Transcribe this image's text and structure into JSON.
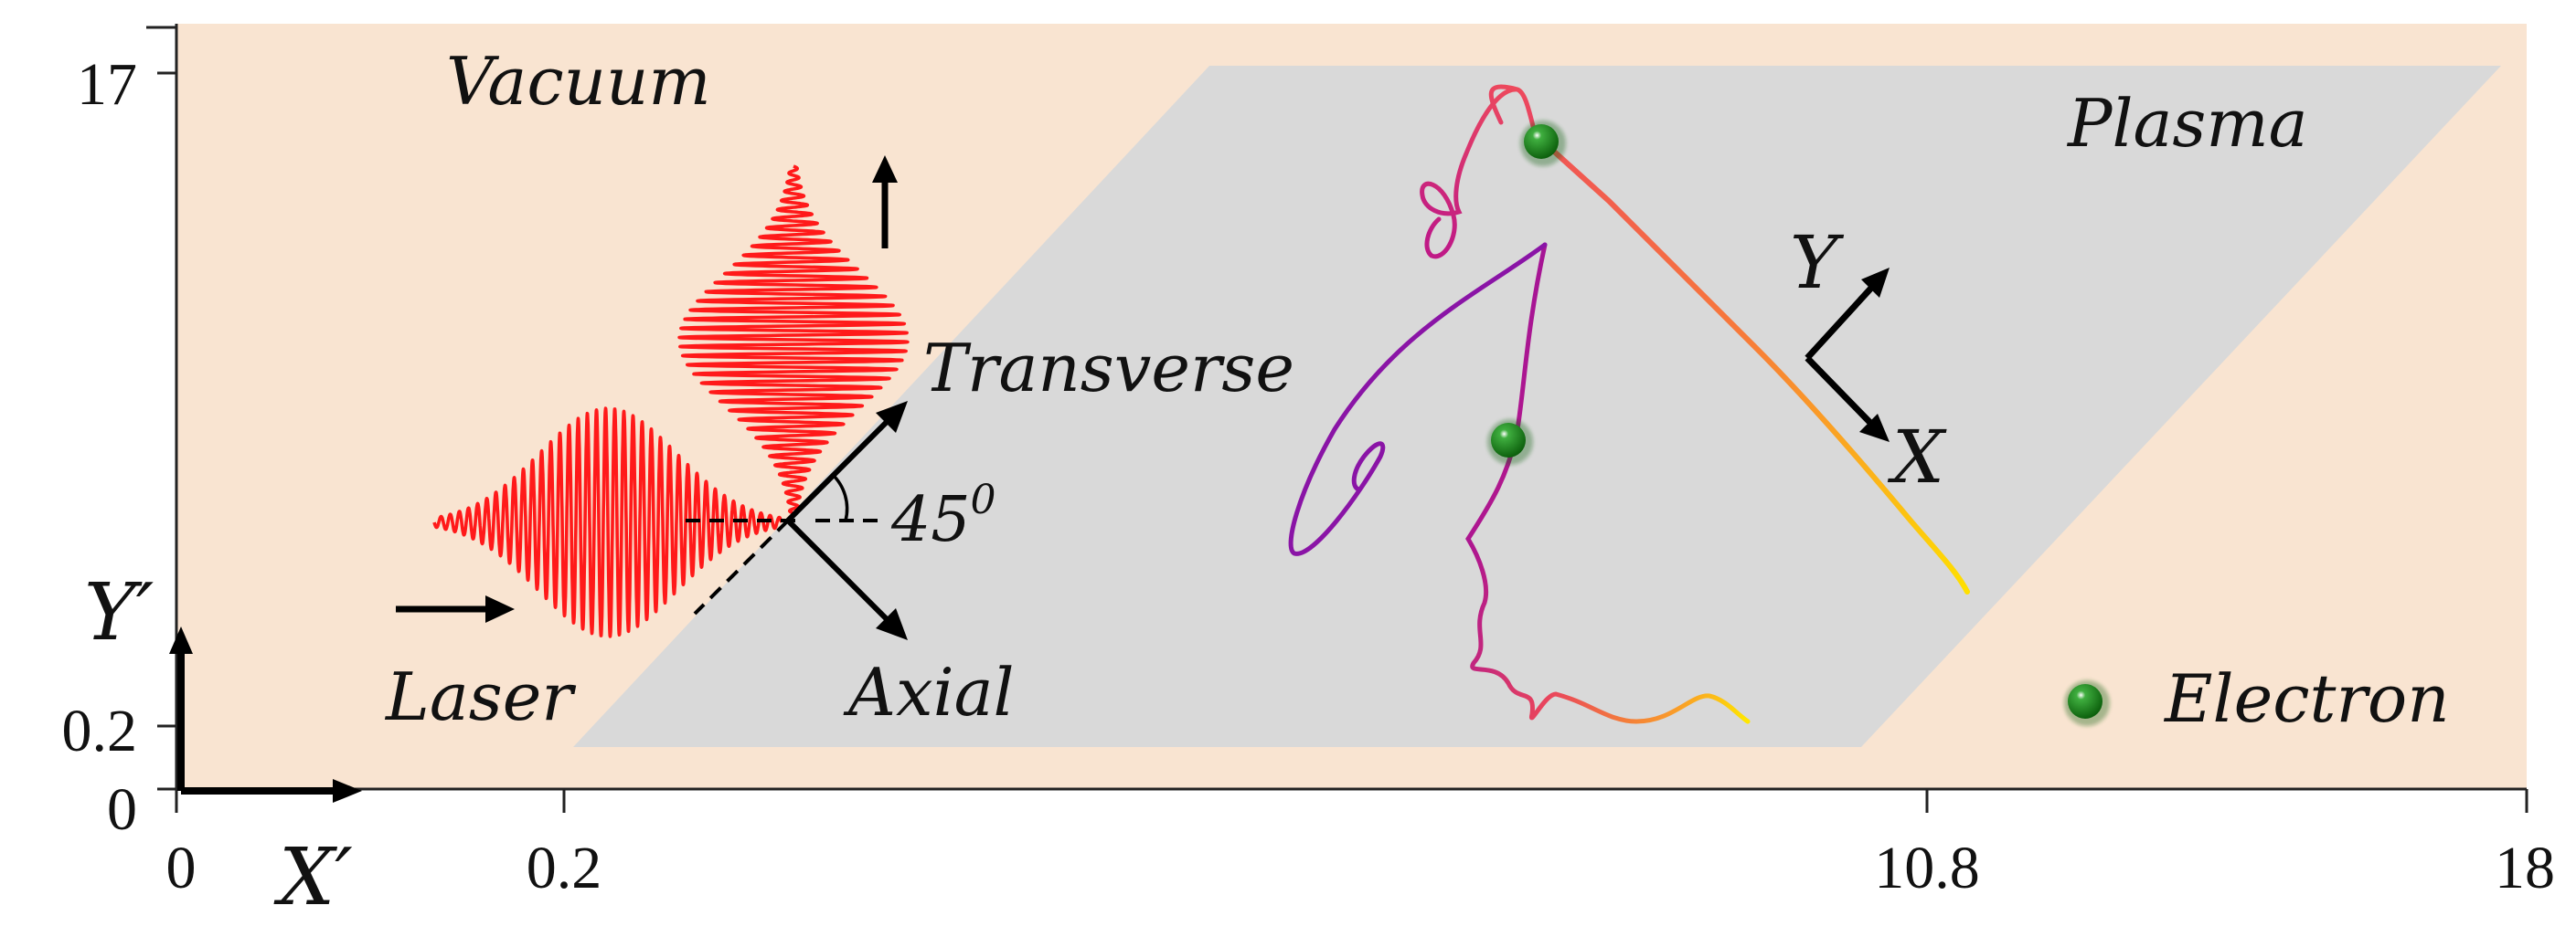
{
  "labels": {
    "vacuum": "Vacuum",
    "plasma": "Plasma",
    "transverse": "Transverse",
    "axial": "Axial",
    "laser": "Laser",
    "electron": "Electron",
    "angle": "45",
    "angle_sup": "0",
    "frame_x": "X",
    "frame_y": "Y",
    "lab_x": "X",
    "lab_y": "Y",
    "prime": "′"
  },
  "ticks": {
    "x": [
      "0",
      "0.2",
      "10.8",
      "18"
    ],
    "y": [
      "17",
      "0.2",
      "0"
    ]
  },
  "colors": {
    "background": "#f9e4d1",
    "plasma": "#d9d9d9",
    "laser": "#ff1a1a",
    "electron": "#127a12",
    "arrow": "#000000",
    "trajectory_start": "#8a0fa8",
    "trajectory_mid": "#ee4a5c",
    "trajectory_end": "#ffe400"
  }
}
